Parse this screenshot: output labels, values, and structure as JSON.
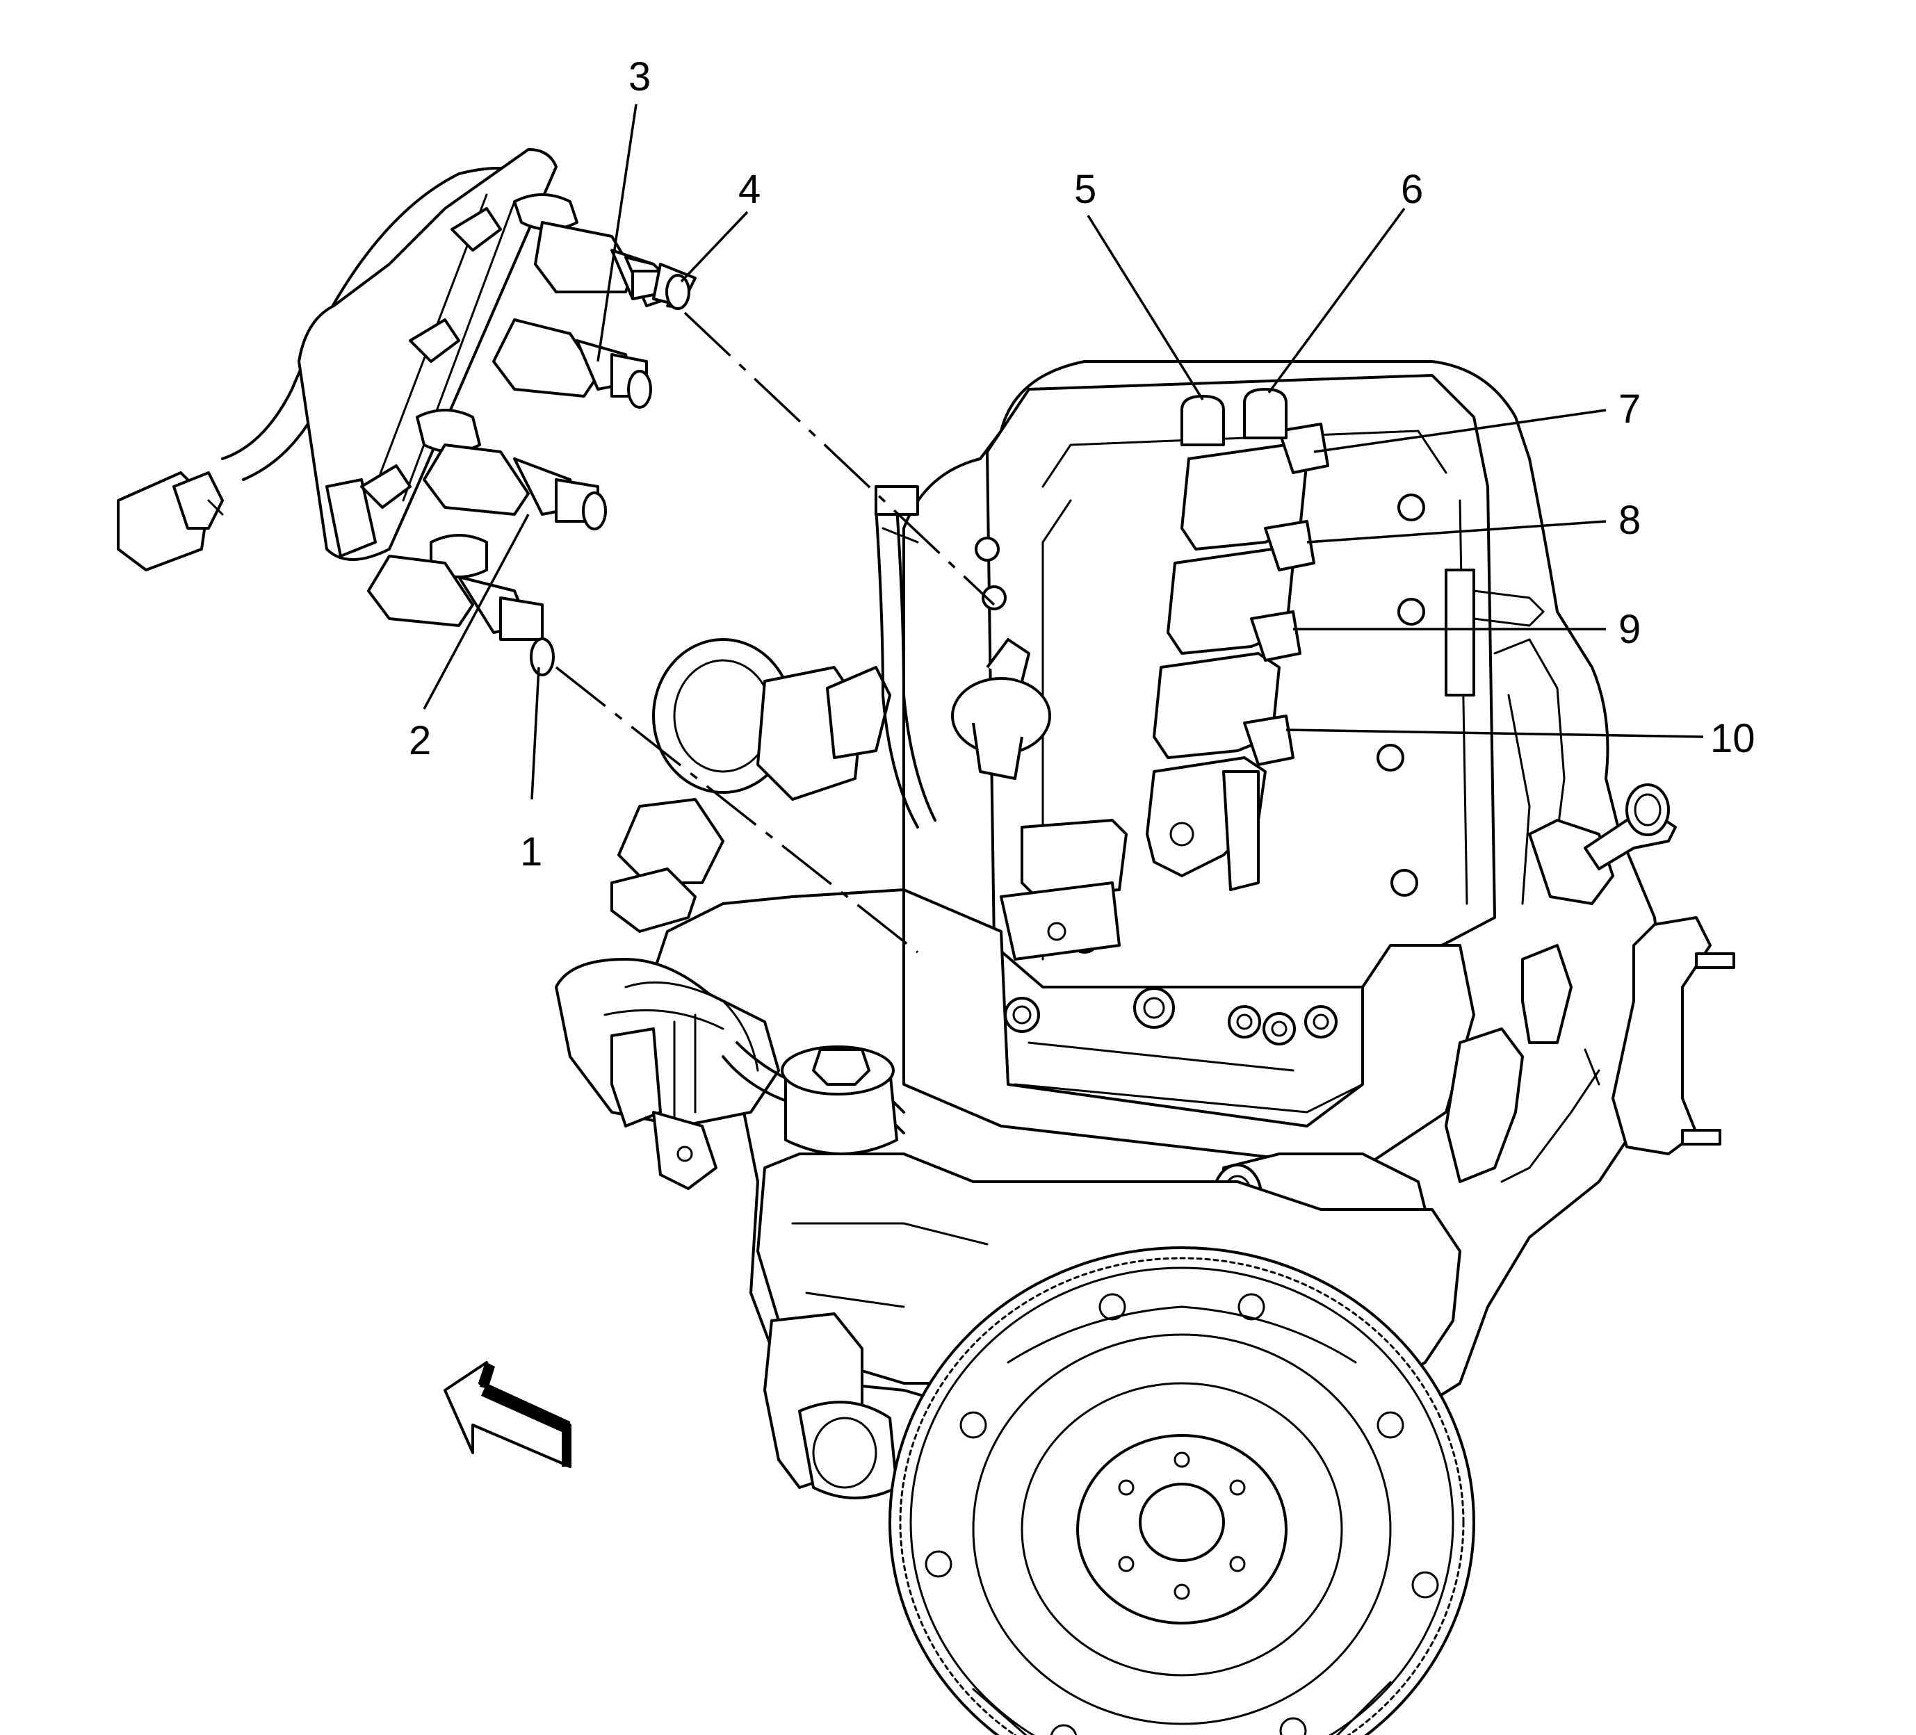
{
  "callouts": [
    {
      "id": "1",
      "label": "1"
    },
    {
      "id": "2",
      "label": "2"
    },
    {
      "id": "3",
      "label": "3"
    },
    {
      "id": "4",
      "label": "4"
    },
    {
      "id": "5",
      "label": "5"
    },
    {
      "id": "6",
      "label": "6"
    },
    {
      "id": "7",
      "label": "7"
    },
    {
      "id": "8",
      "label": "8"
    },
    {
      "id": "9",
      "label": "9"
    },
    {
      "id": "10",
      "label": "10"
    }
  ],
  "icons": {
    "direction_arrow": "front-direction-arrow-icon",
    "fuel_rail": "fuel-rail-icon",
    "fuel_injector": "fuel-injector-icon",
    "ignition_coil": "ignition-coil-icon",
    "engine": "engine-block-icon",
    "flywheel": "flywheel-icon"
  },
  "colors": {
    "line": "#000000",
    "background": "#ffffff"
  }
}
